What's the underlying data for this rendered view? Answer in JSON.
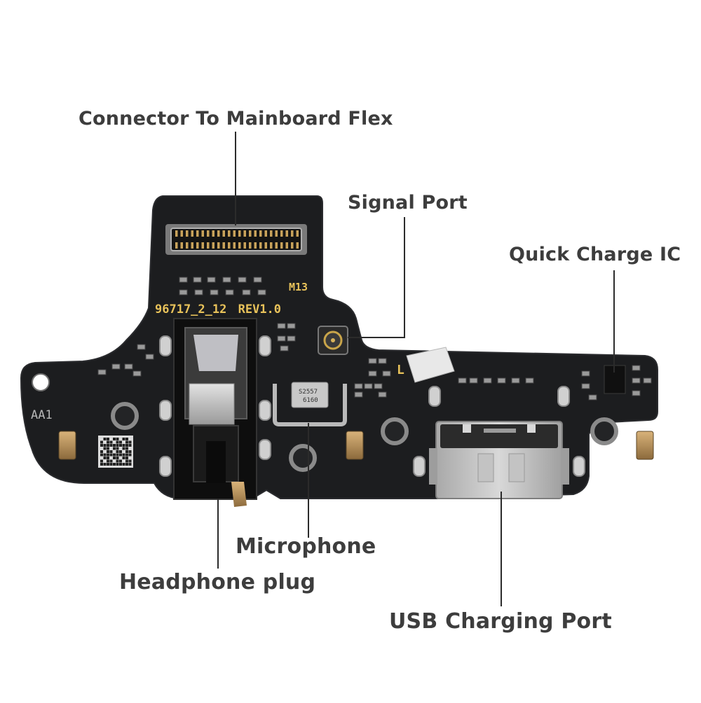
{
  "labels": {
    "connector": "Connector To Mainboard Flex",
    "signal": "Signal Port",
    "quick_charge": "Quick Charge IC",
    "microphone": "Microphone",
    "headphone": "Headphone plug",
    "usb": "USB Charging Port"
  },
  "board_text": {
    "model": "96717_2_12",
    "revision": "REV1.0",
    "marking_m13": "M13",
    "marking_aa1": "AA1",
    "mic_code_1": "S2557",
    "mic_code_2": "6160"
  },
  "colors": {
    "pcb": "#1c1d1f",
    "pcb_edge": "#2a2b2e",
    "silkscreen": "#e8c25a",
    "leader_line": "#2b2b2b",
    "label_text": "#3d3d3d",
    "metal": "#c9c9c9"
  }
}
